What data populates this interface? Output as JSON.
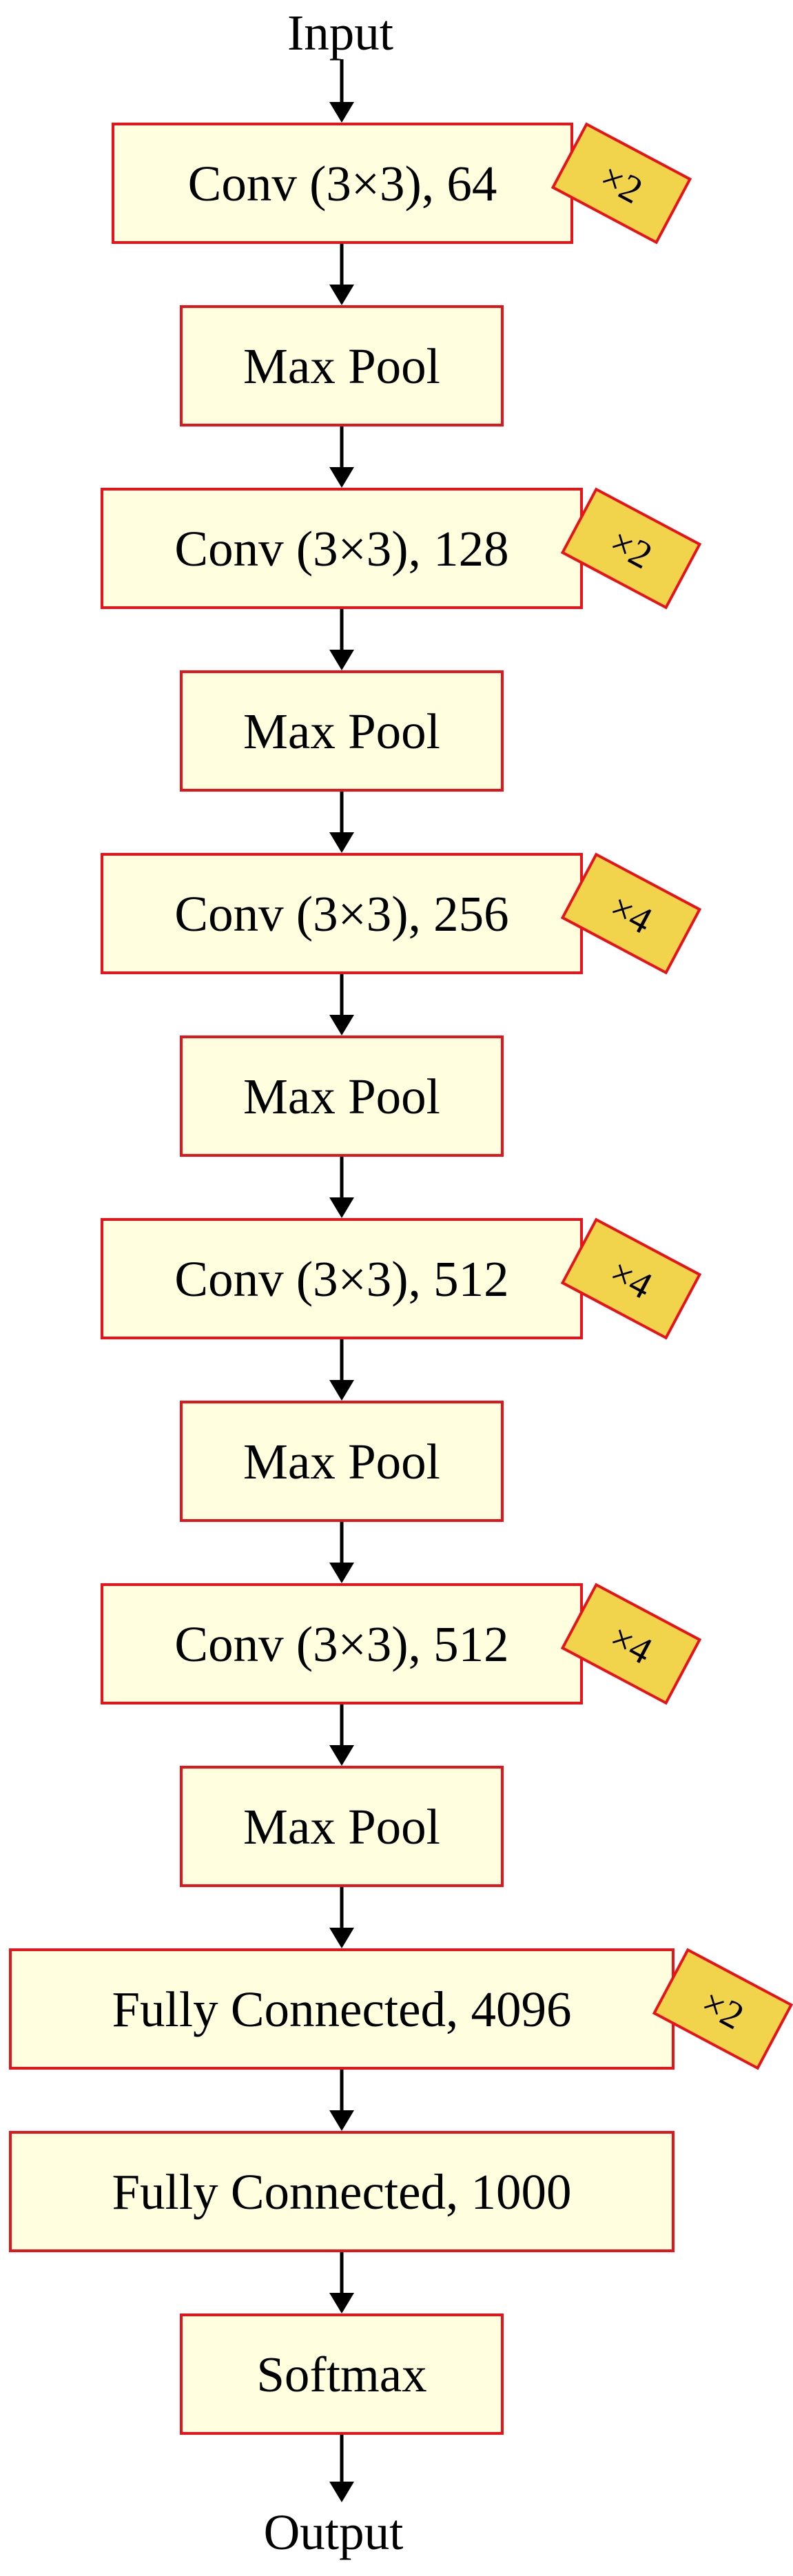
{
  "diagram": {
    "input_label": "Input",
    "output_label": "Output",
    "layers": [
      {
        "label": "Conv (3×3), 64",
        "repeat": "×2"
      },
      {
        "label": "Max Pool",
        "repeat": null
      },
      {
        "label": "Conv (3×3), 128",
        "repeat": "×2"
      },
      {
        "label": "Max Pool",
        "repeat": null
      },
      {
        "label": "Conv (3×3), 256",
        "repeat": "×4"
      },
      {
        "label": "Max Pool",
        "repeat": null
      },
      {
        "label": "Conv (3×3), 512",
        "repeat": "×4"
      },
      {
        "label": "Max Pool",
        "repeat": null
      },
      {
        "label": "Conv (3×3), 512",
        "repeat": "×4"
      },
      {
        "label": "Max Pool",
        "repeat": null
      },
      {
        "label": "Fully Connected, 4096",
        "repeat": "×2"
      },
      {
        "label": "Fully Connected, 1000",
        "repeat": null
      },
      {
        "label": "Softmax",
        "repeat": null
      }
    ],
    "colors": {
      "box_fill": "#FFFFE0",
      "box_border": "#E8121A",
      "badge_fill": "#F2D34C",
      "arrow": "#000000",
      "text": "#000000"
    }
  }
}
